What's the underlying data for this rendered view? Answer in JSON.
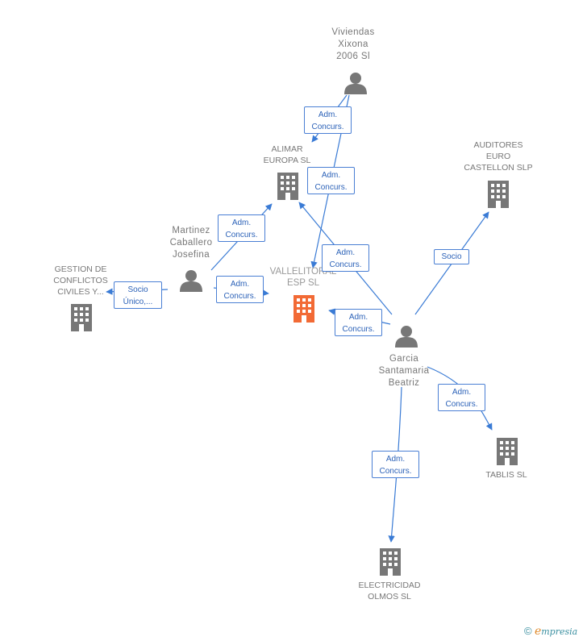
{
  "nodes": {
    "viviendas": {
      "label_lines": [
        "Viviendas",
        "Xixona",
        "2006 Sl"
      ]
    },
    "alimar": {
      "label_lines": [
        "ALIMAR",
        "EUROPA SL"
      ]
    },
    "auditores": {
      "label_lines": [
        "AUDITORES",
        "EURO",
        "CASTELLON SLP"
      ]
    },
    "martinez": {
      "label_lines": [
        "Martinez",
        "Caballero",
        "Josefina"
      ]
    },
    "gestion": {
      "label_lines": [
        "GESTION DE",
        "CONFLICTOS",
        "CIVILES Y..."
      ]
    },
    "vallelitoral": {
      "label_lines": [
        "VALLELITORAL",
        "ESP SL"
      ],
      "highlight_color": "#f26a35"
    },
    "garcia": {
      "label_lines": [
        "Garcia",
        "Santamaria",
        "Beatriz"
      ]
    },
    "tablis": {
      "label_lines": [
        "TABLIS SL"
      ]
    },
    "electricidad": {
      "label_lines": [
        "ELECTRICIDAD",
        "OLMOS SL"
      ]
    }
  },
  "relations": {
    "viv_alimar": [
      "Adm.",
      "Concurs."
    ],
    "viv_valle": [
      "Adm.",
      "Concurs."
    ],
    "mart_alimar": [
      "Adm.",
      "Concurs."
    ],
    "mart_gestion": [
      "Socio",
      "Único,..."
    ],
    "mart_valle": [
      "Adm.",
      "Concurs."
    ],
    "gar_alimar": [
      "Adm.",
      "Concurs."
    ],
    "gar_valle": [
      "Adm.",
      "Concurs."
    ],
    "gar_auditores": [
      "Socio"
    ],
    "gar_tablis": [
      "Adm.",
      "Concurs."
    ],
    "gar_elec": [
      "Adm.",
      "Concurs."
    ]
  },
  "colors": {
    "line": "#3a7bd5",
    "icon": "#777777",
    "highlight": "#f26a35",
    "badge_text": "#2c62b8"
  },
  "brand": {
    "copyright": "©",
    "initial": "e",
    "rest": "mpresia"
  }
}
